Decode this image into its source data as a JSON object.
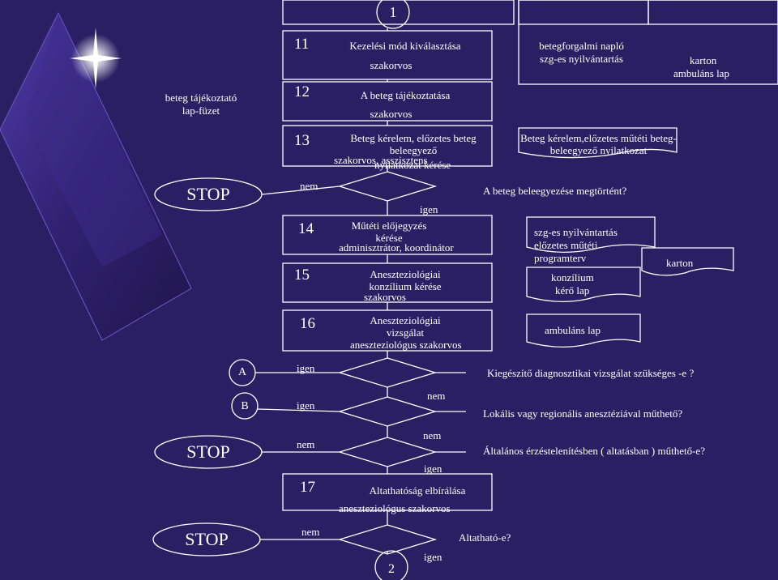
{
  "connectors": {
    "top": "1",
    "bottom": "2"
  },
  "left_notes": {
    "brochure_line1": "beteg tájékoztató",
    "brochure_line2": "lap-füzet"
  },
  "stop_label": "STOP",
  "branch": {
    "yes": "igen",
    "no": "nem",
    "a": "A",
    "b": "B"
  },
  "steps": [
    {
      "num": "11",
      "title": "Kezelési mód kiválasztása",
      "actor": "szakorvos"
    },
    {
      "num": "12",
      "title": "A beteg tájékoztatása",
      "actor": "szakorvos"
    },
    {
      "num": "13",
      "title_line1": "Beteg kérelem, előzetes beteg",
      "title_line2": "beleegyező",
      "title_line3": "nyilatkozat  kérése",
      "actor": "szakorvos, asszisztens"
    },
    {
      "num": "14",
      "title_line1": "Műtéti előjegyzés",
      "title_line2": "kérése",
      "actor": "adminisztrátor, koordinátor"
    },
    {
      "num": "15",
      "title_line1": "Aneszteziológiai",
      "title_line2": "konzílium kérése",
      "actor": "szakorvos"
    },
    {
      "num": "16",
      "title_line1": "Aneszteziológiai",
      "title_line2": "vizsgálat",
      "actor": "aneszteziológus szakorvos"
    },
    {
      "num": "17",
      "title": "Altathatóság elbírálása",
      "actor": "aneszteziológus szakorvos"
    }
  ],
  "documents": {
    "d11_line1": "betegforgalmi napló",
    "d11_line2": "szg-es nyilvántartás",
    "karton_1": "karton",
    "ambulans_1": "ambuláns lap",
    "d13_line1": "Beteg kérelem,előzetes műtéti beteg-",
    "d13_line2": "beleegyező nyilatkozat",
    "d14_line1": "szg-es nyilvántartás",
    "d14_line2": "előzetes műtéti",
    "d14_line3": "programterv",
    "karton_2": "karton",
    "d15_line1": "konzílium",
    "d15_line2": "kérő lap",
    "d16": "ambuláns lap"
  },
  "questions": {
    "q1": "A beteg beleegyezése megtörtént?",
    "qa": "Kiegészítő diagnosztikai vizsgálat szükséges -e ?",
    "qb": "Lokális vagy regionális anesztéziával műthető?",
    "qc": "Általános érzéstelenítésben ( altatásban ) műthető-e?",
    "q17": "Altatható-e?"
  },
  "colors": {
    "background": "#2b1f63",
    "lines": "#ffffff",
    "text": "#ffffff"
  }
}
